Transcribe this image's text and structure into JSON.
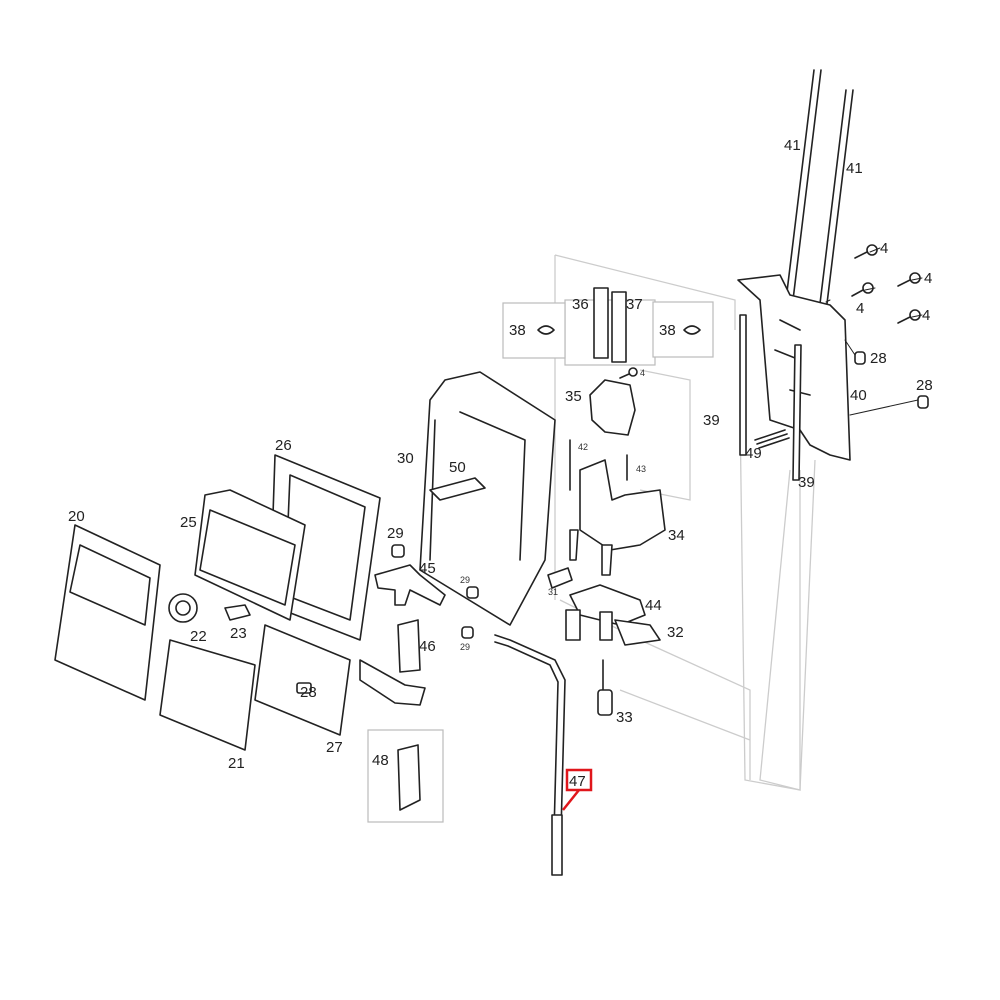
{
  "diagram": {
    "type": "exploded-parts-diagram",
    "highlighted_part": "47",
    "highlight_color": "#e0161b",
    "callouts": {
      "p41a": "41",
      "p41b": "41",
      "p4a": "4",
      "p4b": "4",
      "p4c": "4",
      "p4d": "4",
      "p4e": "4",
      "p28a": "28",
      "p28b": "28",
      "p28c": "28",
      "p40": "40",
      "p39a": "39",
      "p39b": "39",
      "p49": "49",
      "p36": "36",
      "p37": "37",
      "p38a": "38",
      "p38b": "38",
      "p35": "35",
      "p42": "42",
      "p43": "43",
      "p34": "34",
      "p30": "30",
      "p50": "50",
      "p29a": "29",
      "p29b": "29",
      "p29c": "29",
      "p31": "31",
      "p44": "44",
      "p32": "32",
      "p33": "33",
      "p45": "45",
      "p46": "46",
      "p48": "48",
      "p47": "47",
      "p26": "26",
      "p25": "25",
      "p20": "20",
      "p22": "22",
      "p23": "23",
      "p21": "21",
      "p27": "27"
    }
  }
}
